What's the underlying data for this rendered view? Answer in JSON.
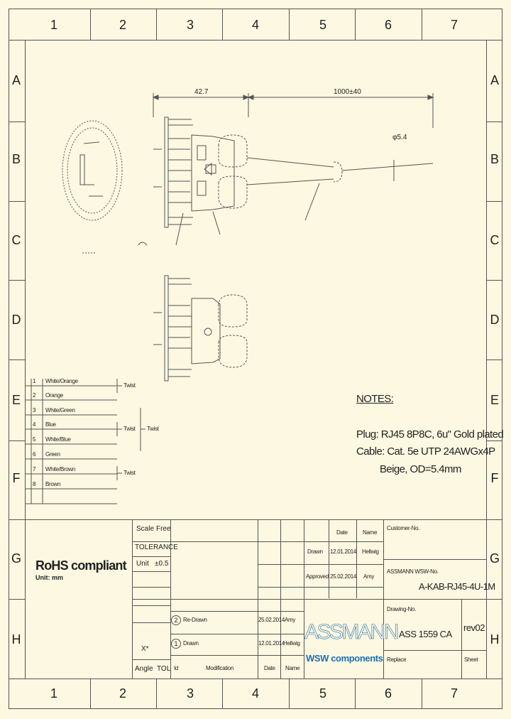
{
  "border": {
    "columns": [
      "1",
      "2",
      "3",
      "4",
      "5",
      "6",
      "7"
    ],
    "rows": [
      "A",
      "B",
      "C",
      "D",
      "E",
      "F",
      "G",
      "H"
    ]
  },
  "dimensions": {
    "length_plug": "42.7",
    "length_cable": "1000±40",
    "cable_od": "φ5.4"
  },
  "wire_legend": {
    "pins": [
      "1",
      "2",
      "3",
      "4",
      "5",
      "6",
      "7",
      "8"
    ],
    "colors": [
      "White/Orange",
      "Orange",
      "White/Green",
      "Blue",
      "White/Blue",
      "Green",
      "White/Brown",
      "Brown"
    ],
    "pair_labels": [
      "Twist",
      "Twist",
      "Twist",
      "Twist"
    ]
  },
  "notes": {
    "heading": "NOTES:",
    "plug": "Plug: RJ45 8P8C, 6u\" Gold plated",
    "cable": "Cable: Cat. 5e UTP 24AWGx4P",
    "color": "Beige, OD=5.4mm"
  },
  "title_block": {
    "rohs": "RoHS compliant",
    "unit_line": "Unit: mm",
    "scale_label": "Scale",
    "scale_value": "Free",
    "tolerance_label": "TOLERANCE",
    "unit_label": "Unit",
    "unit_tol": "±0.5",
    "xx_label": "X*",
    "angle_label": "Angle",
    "tol_label": "TOL",
    "id_label": "Id",
    "modification_label": "Modification",
    "date_label": "Date",
    "name_label": "Name",
    "drawn_label": "Drawn",
    "drawn_date": "12.01.2014",
    "drawn_name": "Hellwig",
    "approved_label": "Approved",
    "approved_date": "25.02.2014",
    "approved_name": "Amy",
    "rev2_num": "2",
    "rev2_text": "Re-Drawn",
    "rev2_date": "25.02.2014",
    "rev2_name": "Amy",
    "rev1_num": "1",
    "rev1_text": "Drawn",
    "rev1_date": "12.01.2014",
    "rev1_name": "Hellwig",
    "customer_label": "Customer-No.",
    "assmann_label": "ASSMANN WSW-No.",
    "part_number": "A-KAB-RJ45-4U-1M",
    "drawing_label": "Drawing-No.",
    "drawing_number": "ASS 1559 CA",
    "revision": "rev02",
    "replace_label": "Replace",
    "sheet_label": "Sheet",
    "logo_top": "ASSMANN",
    "logo_bottom": "WSW components"
  },
  "colors": {
    "logo_blue": "#1a6fb5",
    "paper": "#fcf8e1",
    "line": "#555555"
  }
}
